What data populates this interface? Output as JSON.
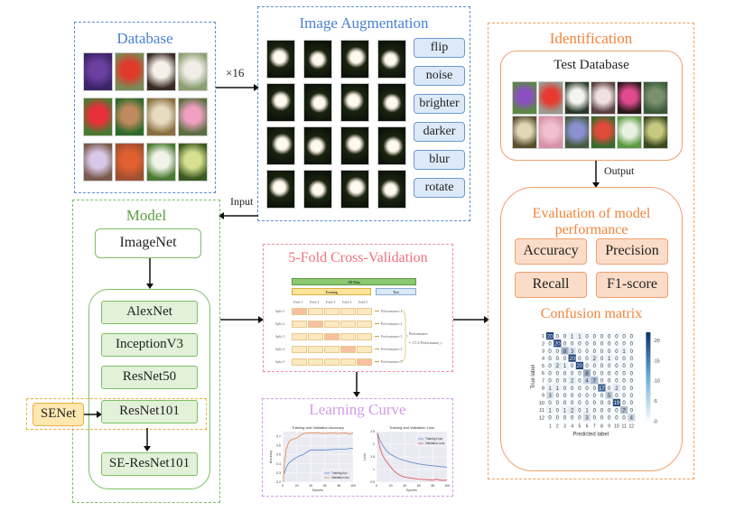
{
  "database": {
    "title": "Database",
    "thumbs": [
      {
        "name": "purple-violet-flower",
        "c1": "#6a3fa0",
        "c2": "#3b2466"
      },
      {
        "name": "red-flower",
        "c1": "#e03a2a",
        "c2": "#7a8a55"
      },
      {
        "name": "white-magnolia-flower",
        "c1": "#f5f0ea",
        "c2": "#3a2a24"
      },
      {
        "name": "white-cluster-flower",
        "c1": "#f2ede8",
        "c2": "#8aa070"
      },
      {
        "name": "red-puff-flower",
        "c1": "#e8303a",
        "c2": "#4a7a30"
      },
      {
        "name": "pine-cone-flower",
        "c1": "#c08a60",
        "c2": "#2e6a2a"
      },
      {
        "name": "cream-cluster-flower",
        "c1": "#e8dcc0",
        "c2": "#8a7040"
      },
      {
        "name": "pink-flower",
        "c1": "#f0a0c0",
        "c2": "#5a7040"
      },
      {
        "name": "lavender-flower",
        "c1": "#d8c8e8",
        "c2": "#7a5a4a"
      },
      {
        "name": "orange-flower",
        "c1": "#e06030",
        "c2": "#a05030"
      },
      {
        "name": "white-green-flower",
        "c1": "#f0f4e8",
        "c2": "#4a7a30"
      },
      {
        "name": "yellow-green-flower",
        "c1": "#d8e090",
        "c2": "#3a5a20"
      }
    ]
  },
  "arrows": {
    "multiplier": "×16",
    "input": "Input",
    "output": "Output"
  },
  "augmentation": {
    "title": "Image Augmentation",
    "ops": [
      "flip",
      "noise",
      "brighter",
      "darker",
      "blur",
      "rotate"
    ]
  },
  "model": {
    "title": "Model",
    "pretrain": "ImageNet",
    "networks": [
      "AlexNet",
      "InceptionV3",
      "ResNet50",
      "ResNet101",
      "SE-ResNet101"
    ],
    "attention": "SENet"
  },
  "cross_validation": {
    "title": "5-Fold Cross-Validation",
    "all_data": "All Data",
    "training": "Training",
    "test": "Test",
    "folds": [
      "Fold 1",
      "Fold 2",
      "Fold 3",
      "Fold 4",
      "Fold 5"
    ],
    "splits": [
      "Split 1",
      "Split 2",
      "Split 3",
      "Split 4",
      "Split 5"
    ],
    "performances": [
      "Performance 1",
      "Performance 2",
      "Performance 3",
      "Performance 4",
      "Performance 5"
    ],
    "summary": "Performance",
    "formula": "= 1/5 Σ Performance_i"
  },
  "learning_curve": {
    "title": "Learning Curve",
    "acc_title": "Training and Validation Accuracy",
    "loss_title": "Training and Validation Loss",
    "acc_ylabel": "Accuracy",
    "loss_ylabel": "Loss",
    "xlabel": "Epochs"
  },
  "identification": {
    "title": "Identification",
    "test_db_title": "Test Database",
    "test_thumbs": [
      {
        "name": "purple-flower",
        "c1": "#8a50c0",
        "c2": "#5a8a40"
      },
      {
        "name": "red-flower",
        "c1": "#e83a30",
        "c2": "#9a9a90"
      },
      {
        "name": "white-flower",
        "c1": "#f5f5f0",
        "c2": "#2a3a2a"
      },
      {
        "name": "white-pink-flower",
        "c1": "#f0e0e0",
        "c2": "#5a4040"
      },
      {
        "name": "pink-puff-flower",
        "c1": "#e04a90",
        "c2": "#2a1a1a"
      },
      {
        "name": "pine-flower",
        "c1": "#7a9070",
        "c2": "#3a5a3a"
      },
      {
        "name": "cream-flower",
        "c1": "#e0d8b8",
        "c2": "#5a5030"
      },
      {
        "name": "pink-blossom",
        "c1": "#f0c0d0",
        "c2": "#d890a8"
      },
      {
        "name": "blue-flower",
        "c1": "#8a90d0",
        "c2": "#4a5a40"
      },
      {
        "name": "red-orange-flower",
        "c1": "#e04a3a",
        "c2": "#3a6a30"
      },
      {
        "name": "white-green-flower",
        "c1": "#e8f0e0",
        "c2": "#5a9a40"
      },
      {
        "name": "yellow-green-flower",
        "c1": "#c8c880",
        "c2": "#3a4a20"
      }
    ],
    "eval_title": "Evaluation of model performance",
    "metrics": [
      "Accuracy",
      "Precision",
      "Recall",
      "F1-score"
    ],
    "cm_title": "Confusion matrix"
  },
  "chart_data": [
    {
      "type": "line",
      "title": "Training and Validation Accuracy",
      "xlabel": "Epochs",
      "ylabel": "Accuracy",
      "xlim": [
        0,
        100
      ],
      "ylim": [
        0.2,
        0.75
      ],
      "xticks": [
        0,
        20,
        40,
        60,
        80,
        100
      ],
      "yticks": [
        0.2,
        0.3,
        0.4,
        0.5,
        0.6,
        0.7
      ],
      "legend": "bottom-right",
      "series": [
        {
          "name": "Training Acc",
          "color": "#6a8fd0",
          "x": [
            1,
            3,
            5,
            8,
            12,
            16,
            20,
            25,
            30,
            35,
            40,
            50,
            60,
            70,
            80,
            90,
            95,
            100
          ],
          "y": [
            0.31,
            0.3,
            0.36,
            0.4,
            0.43,
            0.45,
            0.47,
            0.49,
            0.5,
            0.53,
            0.55,
            0.55,
            0.55,
            0.555,
            0.56,
            0.56,
            0.565,
            0.57
          ]
        },
        {
          "name": "Validation Acc",
          "color": "#e8904a",
          "x": [
            1,
            2,
            3,
            4,
            5,
            7,
            9,
            12,
            16,
            20,
            25,
            30,
            40,
            50,
            60,
            70,
            80,
            90,
            95,
            100
          ],
          "y": [
            0.2,
            0.35,
            0.45,
            0.48,
            0.55,
            0.6,
            0.64,
            0.66,
            0.67,
            0.68,
            0.71,
            0.73,
            0.735,
            0.735,
            0.73,
            0.735,
            0.73,
            0.735,
            0.725,
            0.735
          ]
        }
      ]
    },
    {
      "type": "line",
      "title": "Training and Validation Loss",
      "xlabel": "Epochs",
      "ylabel": "Loss",
      "xlim": [
        0,
        100
      ],
      "ylim": [
        0.5,
        2.5
      ],
      "xticks": [
        0,
        20,
        40,
        60,
        80,
        100
      ],
      "yticks": [
        0.5,
        1.0,
        1.5,
        2.0,
        2.5
      ],
      "legend": "top-right",
      "series": [
        {
          "name": "Training Loss",
          "color": "#6a8fd0",
          "x": [
            1,
            5,
            10,
            15,
            20,
            30,
            40,
            50,
            60,
            70,
            80,
            90,
            100
          ],
          "y": [
            2.45,
            2.15,
            1.9,
            1.72,
            1.6,
            1.45,
            1.35,
            1.28,
            1.22,
            1.18,
            1.15,
            1.12,
            1.09
          ]
        },
        {
          "name": "Validation Loss",
          "color": "#e05a5a",
          "x": [
            1,
            3,
            5,
            8,
            12,
            16,
            20,
            25,
            30,
            35,
            40,
            50,
            60,
            70,
            80,
            85,
            90,
            95,
            100
          ],
          "y": [
            2.45,
            2.1,
            1.85,
            1.6,
            1.4,
            1.25,
            1.1,
            0.95,
            0.82,
            0.75,
            0.7,
            0.66,
            0.62,
            0.6,
            0.58,
            0.62,
            0.58,
            0.57,
            0.58
          ]
        }
      ]
    },
    {
      "type": "heatmap",
      "title": "Confusion matrix",
      "xlabel": "Predicted label",
      "ylabel": "True label",
      "labels": [
        "1",
        "2",
        "3",
        "4",
        "5",
        "6",
        "7",
        "8",
        "9",
        "10",
        "11",
        "12"
      ],
      "colorbar_ticks": [
        0,
        5,
        10,
        15,
        20
      ],
      "vmax": 22,
      "matrix": [
        [
          20,
          0,
          0,
          1,
          1,
          0,
          0,
          0,
          0,
          0,
          0,
          0
        ],
        [
          0,
          20,
          0,
          0,
          0,
          0,
          0,
          0,
          0,
          0,
          0,
          0
        ],
        [
          0,
          0,
          8,
          3,
          0,
          0,
          0,
          0,
          0,
          0,
          1,
          0
        ],
        [
          0,
          0,
          0,
          20,
          0,
          0,
          2,
          0,
          1,
          0,
          0,
          0
        ],
        [
          0,
          2,
          1,
          0,
          20,
          0,
          0,
          0,
          0,
          0,
          0,
          0
        ],
        [
          0,
          0,
          0,
          0,
          0,
          8,
          0,
          0,
          0,
          0,
          0,
          0
        ],
        [
          0,
          0,
          0,
          2,
          0,
          4,
          7,
          0,
          0,
          0,
          0,
          0
        ],
        [
          1,
          1,
          0,
          0,
          0,
          0,
          0,
          17,
          0,
          2,
          0,
          0
        ],
        [
          3,
          0,
          0,
          0,
          0,
          0,
          0,
          0,
          5,
          0,
          0,
          0
        ],
        [
          0,
          0,
          0,
          0,
          0,
          0,
          0,
          0,
          0,
          19,
          0,
          0
        ],
        [
          1,
          0,
          1,
          2,
          0,
          1,
          0,
          0,
          0,
          0,
          7,
          0
        ],
        [
          0,
          0,
          0,
          0,
          0,
          3,
          0,
          0,
          0,
          0,
          0,
          4
        ]
      ]
    }
  ]
}
